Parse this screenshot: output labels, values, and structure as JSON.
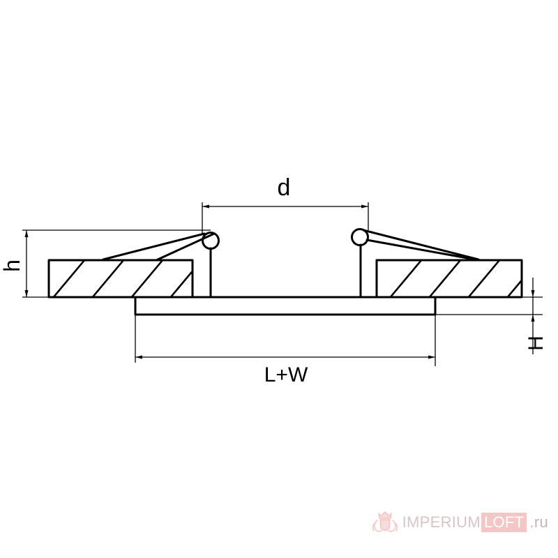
{
  "diagram": {
    "labels": {
      "d": "d",
      "h": "h",
      "H": "H",
      "lw": "L+W"
    }
  },
  "watermark": {
    "brand": "IMPERIUM",
    "boxed": "LOFT",
    "tld": ".ru",
    "logo_icon": "crown-shield-icon",
    "color": "#f2c7c5"
  },
  "colors": {
    "line": "#000000",
    "background": "#ffffff"
  }
}
